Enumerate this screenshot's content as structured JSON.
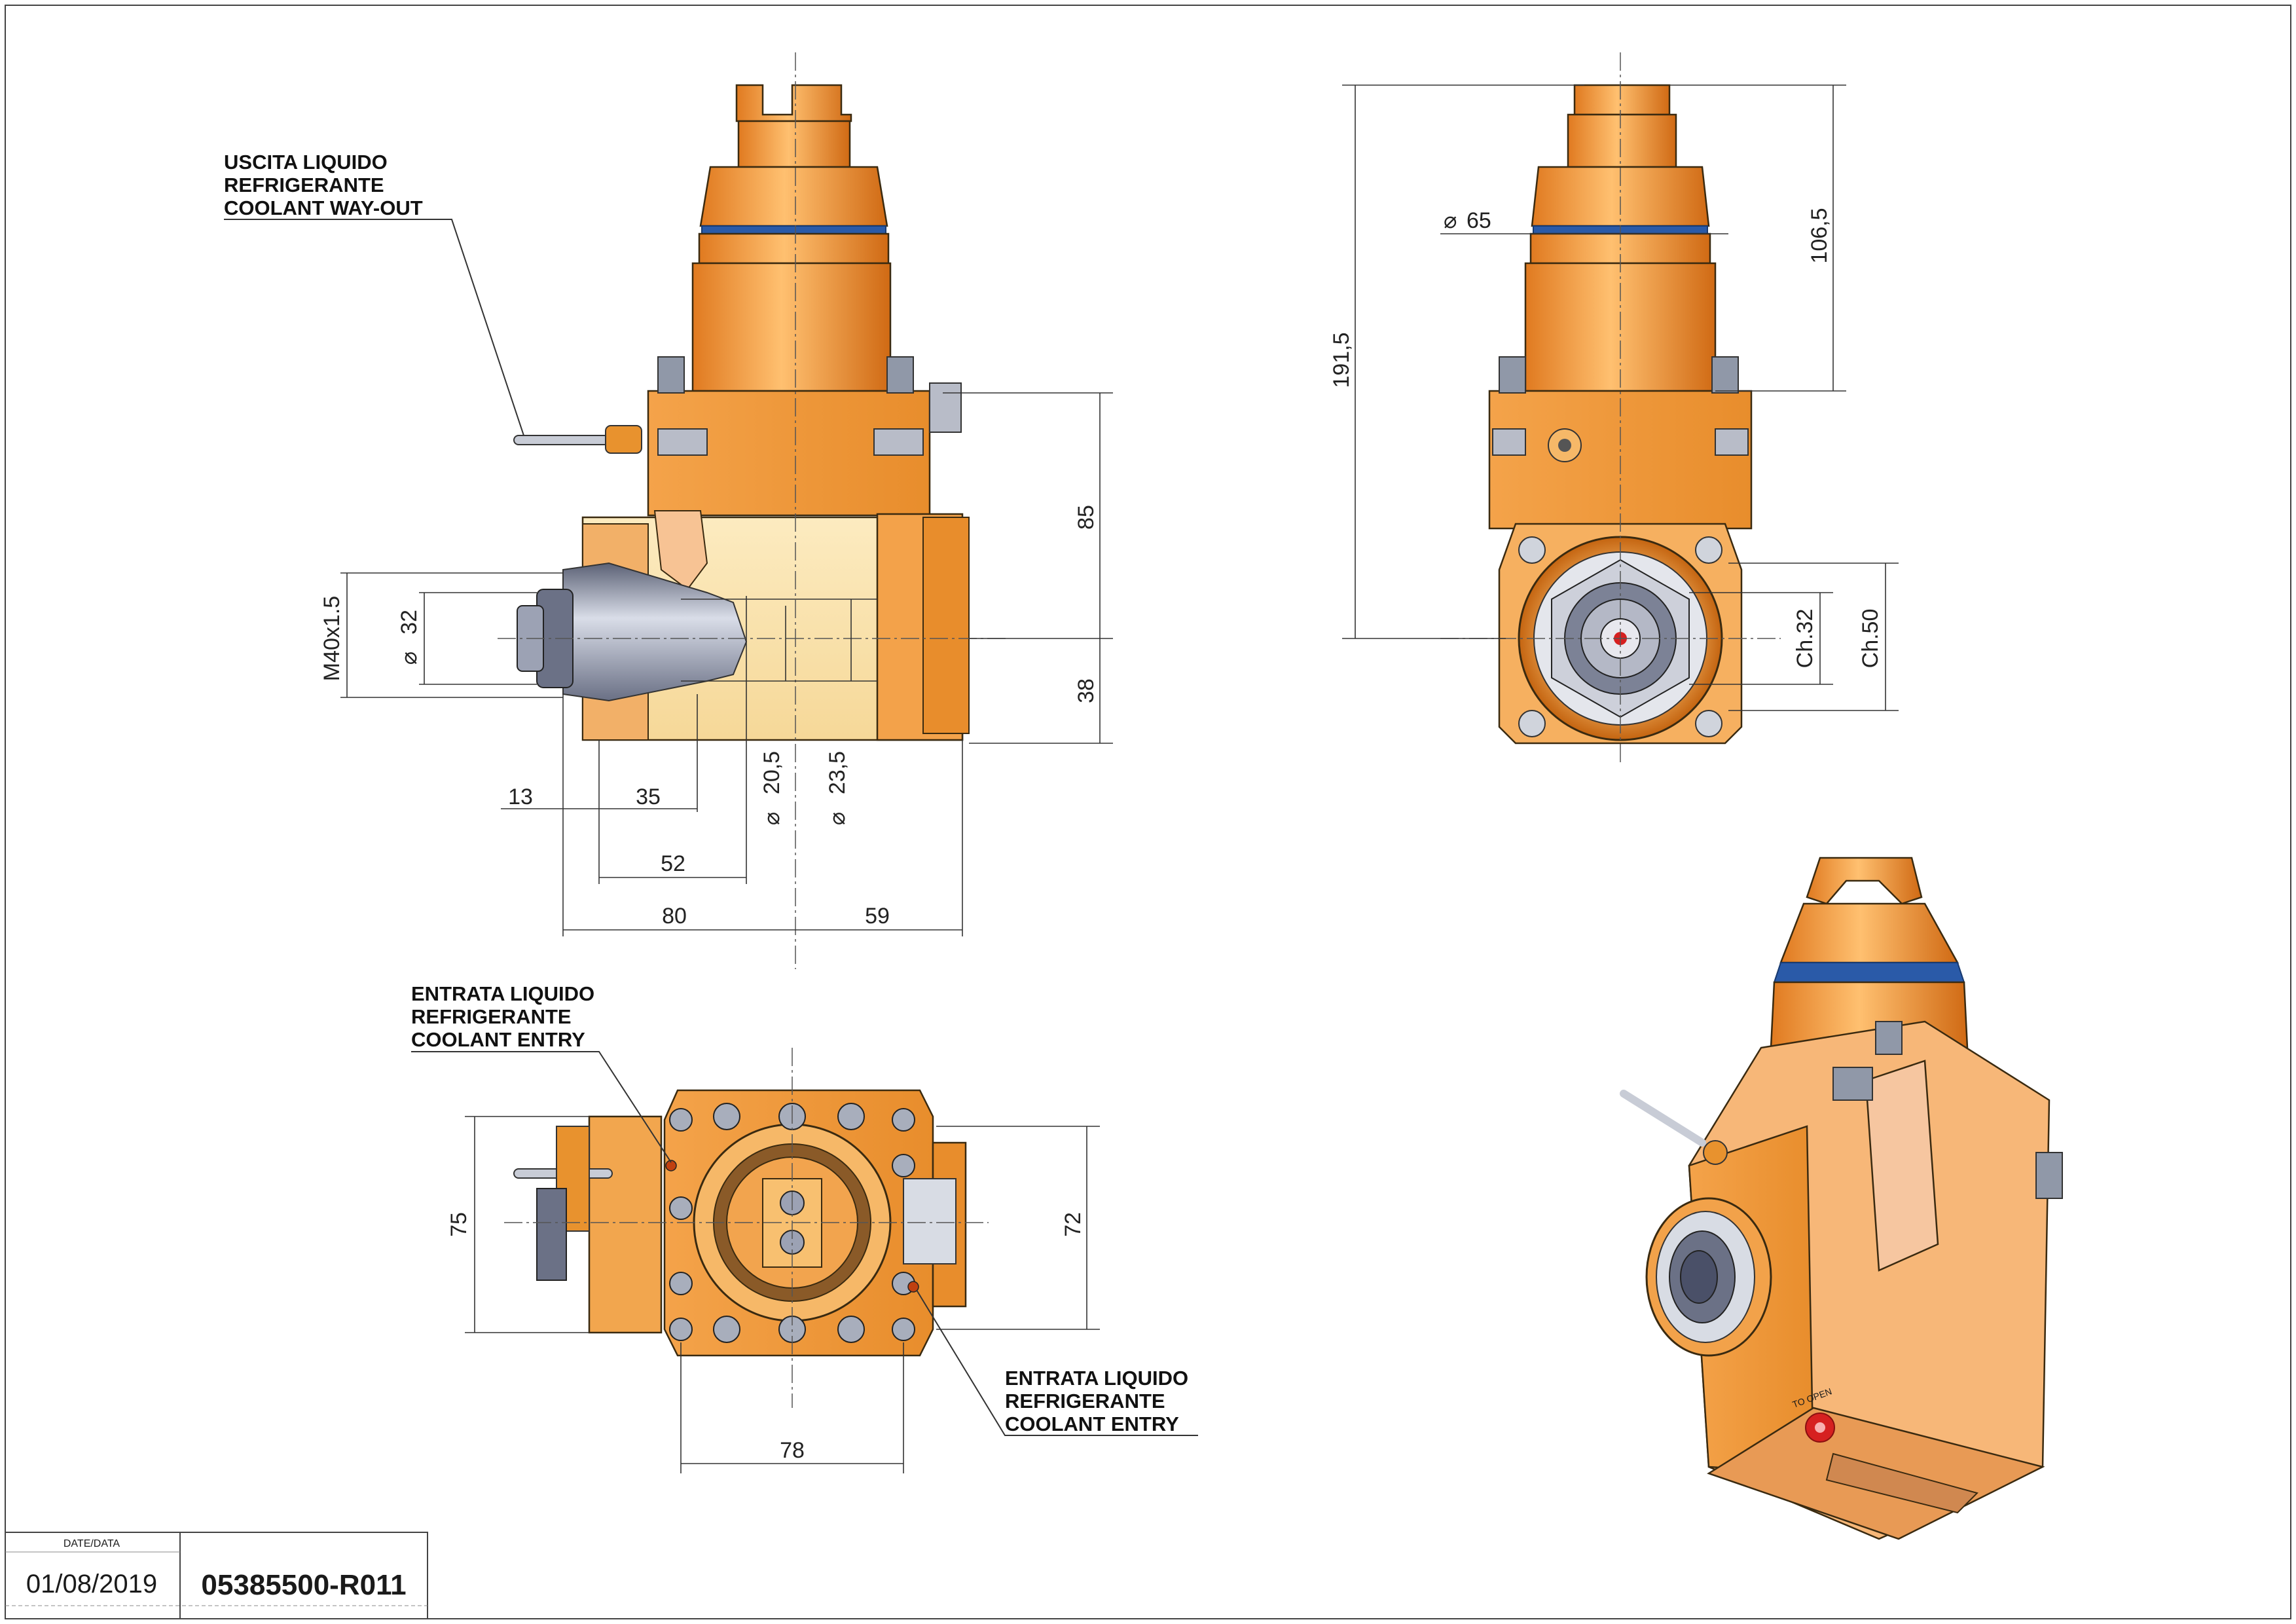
{
  "callouts": {
    "top_left": [
      "USCITA LIQUIDO",
      "REFRIGERANTE",
      "COOLANT WAY-OUT"
    ],
    "bottom_left": [
      "ENTRATA LIQUIDO",
      "REFRIGERANTE",
      "COOLANT ENTRY"
    ],
    "bottom_right": [
      "ENTRATA LIQUIDO",
      "REFRIGERANTE",
      "COOLANT ENTRY"
    ]
  },
  "dimensions": {
    "side_view": {
      "thread": "M40x1.5",
      "dia_32": "32",
      "h_85": "85",
      "h_38": "38",
      "d_13": "13",
      "d_35": "35",
      "d_52": "52",
      "d_80": "80",
      "d_59": "59",
      "dia_20_5": "20,5",
      "dia_23_5": "23,5"
    },
    "front_view": {
      "h_191_5": "191,5",
      "h_106_5": "106,5",
      "dia_65": "65",
      "ch_32": "Ch.32",
      "ch_50": "Ch.50"
    },
    "bottom_view": {
      "h_75": "75",
      "h_72": "72",
      "w_78": "78"
    }
  },
  "symbols": {
    "diameter": "⌀"
  },
  "title_block": {
    "date_label": "DATE/DATA",
    "date_value": "01/08/2019",
    "drawing_number": "05385500-R011"
  },
  "iso_view": {
    "stamp_text": "TO OPEN"
  },
  "colors": {
    "body_orange": "#F0A040",
    "body_dark": "#C8701A",
    "cream": "#FBE6B0",
    "blue_seal": "#2A5AA8",
    "steel": "#8A93A8",
    "red_mark": "#D62020"
  }
}
